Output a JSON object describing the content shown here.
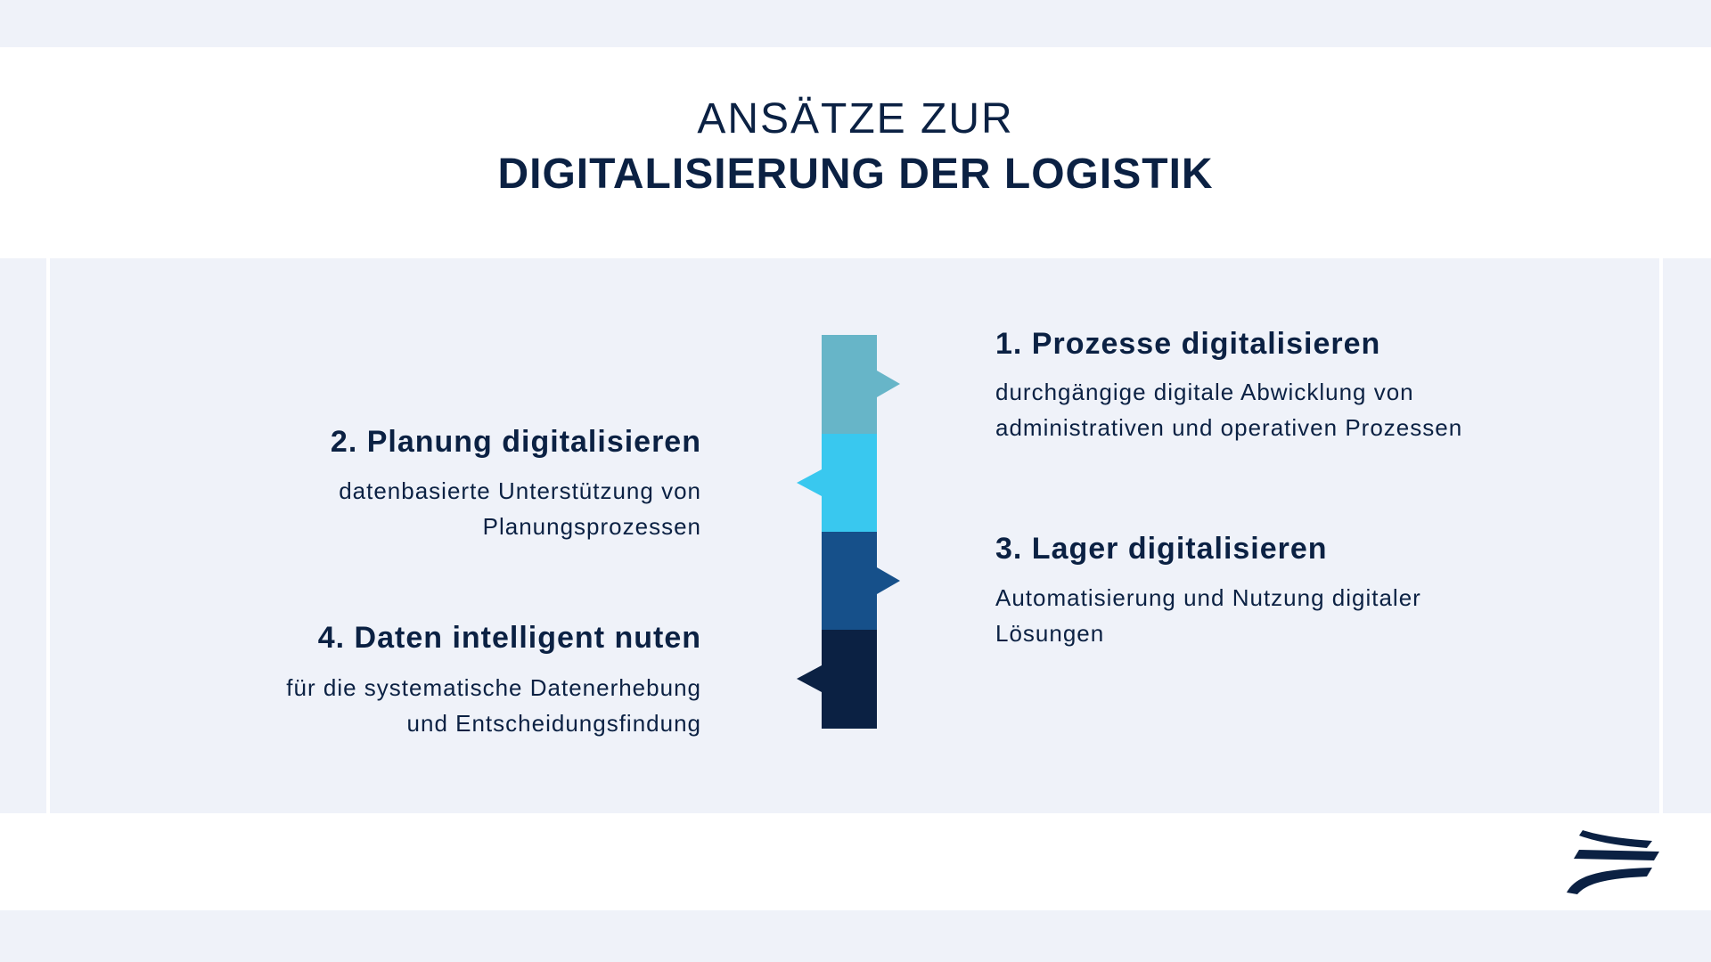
{
  "title": {
    "line1": "ANSÄTZE ZUR",
    "line2": "DIGITALISIERUNG DER LOGISTIK"
  },
  "steps": [
    {
      "title": "1. Prozesse digitalisieren",
      "desc_lines": [
        "durchgängige digitale Abwicklung von",
        "administrativen und operativen Prozessen"
      ],
      "color": "#67b5c8"
    },
    {
      "title": "2. Planung digitalisieren",
      "desc_lines": [
        "datenbasierte Unterstützung von",
        "Planungsprozessen"
      ],
      "color": "#39c8ef"
    },
    {
      "title": "3. Lager digitalisieren",
      "desc_lines": [
        "Automatisierung und Nutzung digitaler",
        "Lösungen"
      ],
      "color": "#16508a"
    },
    {
      "title": "4. Daten intelligent nuten",
      "desc_lines": [
        "für die systematische Datenerhebung",
        "und Entscheidungsfindung"
      ],
      "color": "#0b2143"
    }
  ],
  "colors": {
    "text": "#0b2143",
    "background": "#eff2f9",
    "panel": "#ffffff"
  },
  "logo": {
    "icon": "brand-logo-icon",
    "color": "#0b2143"
  }
}
